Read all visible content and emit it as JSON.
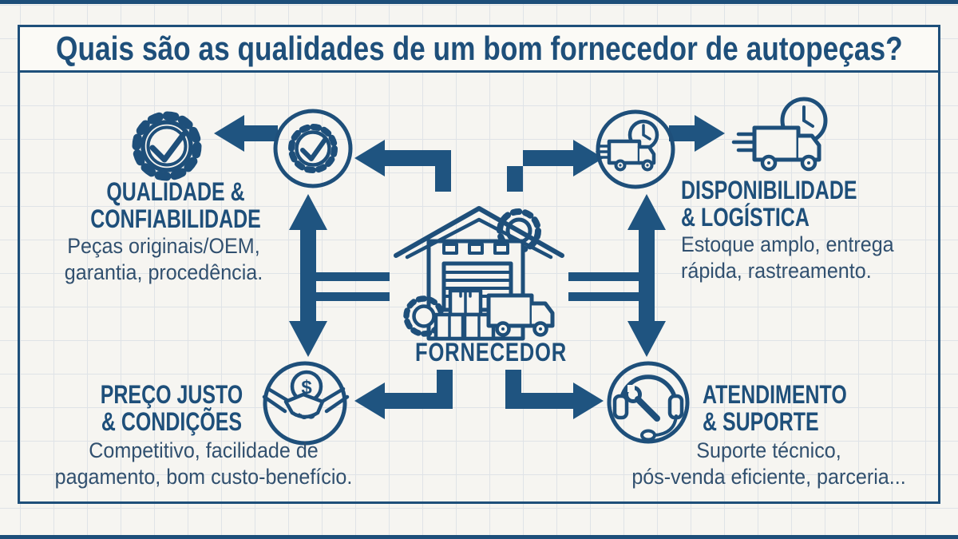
{
  "title": "Quais são as qualidades de um bom fornecedor de autopeças?",
  "center": {
    "label": "FORNECEDOR",
    "icon": "warehouse-icon"
  },
  "quadrants": {
    "top_left": {
      "icon": "gear-check-icon",
      "heading": [
        "QUALIDADE &",
        "CONFIABILIDADE"
      ],
      "description": [
        "Peças originais/OEM,",
        "garantia, procedência."
      ]
    },
    "top_right": {
      "icon": "truck-clock-icon",
      "heading": [
        "DISPONIBILIDADE",
        "& LOGÍSTICA"
      ],
      "description": [
        "Estoque amplo, entrega",
        "rápida, rastreamento."
      ]
    },
    "bottom_left": {
      "icon": "handshake-dollar-icon",
      "heading": [
        "PREÇO JUSTO",
        "& CONDIÇÕES"
      ],
      "description": [
        "Competitivo, facilidade de",
        "pagamento, bom custo-benefício."
      ]
    },
    "bottom_right": {
      "icon": "headset-wrench-icon",
      "heading": [
        "ATENDIMENTO",
        "& SUPORTE"
      ],
      "description": [
        "Suporte técnico,",
        "pós-venda eficiente, parceria..."
      ]
    }
  },
  "symbols": {
    "dollar": "$"
  },
  "colors": {
    "primary": "#1e4f7a",
    "arrow": "#1f5480",
    "body_text": "#31506f",
    "background": "#f6f5f1",
    "grid_line": "#dfe3e7",
    "panel_bg": "#fbfaf6",
    "band": "#1d4e79"
  }
}
